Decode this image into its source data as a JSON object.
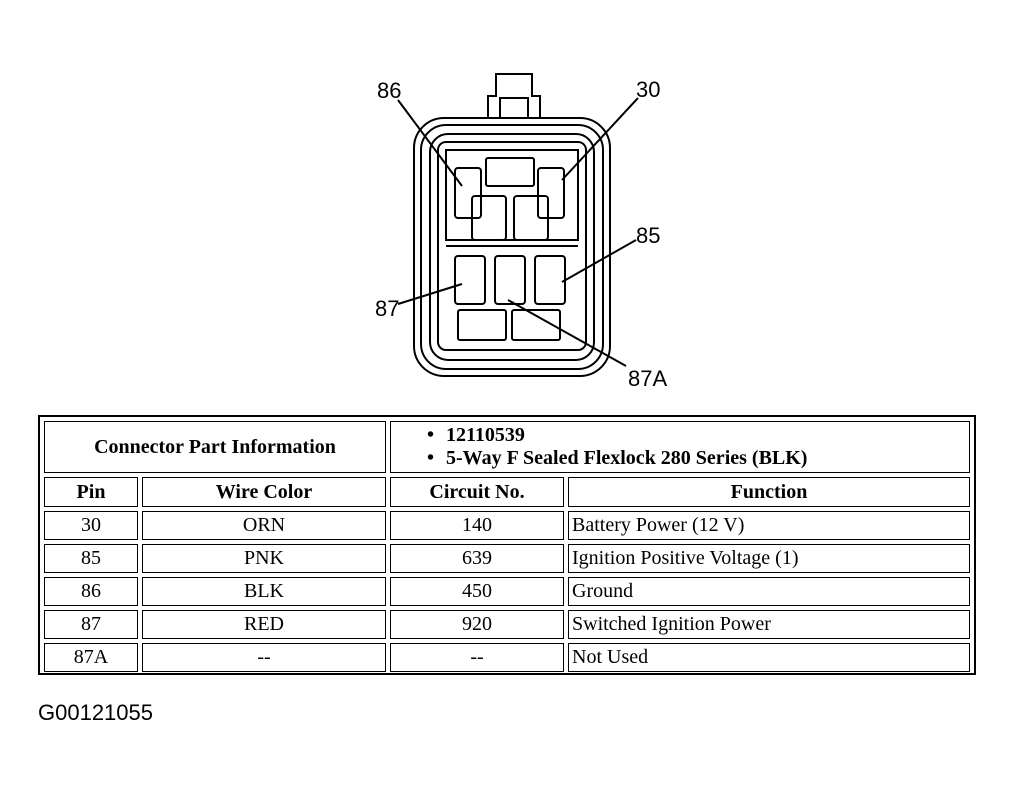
{
  "connector": {
    "pin_labels": [
      "86",
      "30",
      "85",
      "87",
      "87A"
    ]
  },
  "table": {
    "part_info_label": "Connector Part Information",
    "part_info_items": [
      "12110539",
      "5-Way F Sealed Flexlock 280 Series (BLK)"
    ],
    "headers": [
      "Pin",
      "Wire Color",
      "Circuit No.",
      "Function"
    ],
    "rows": [
      [
        "30",
        "ORN",
        "140",
        "Battery Power (12 V)"
      ],
      [
        "85",
        "PNK",
        "639",
        "Ignition Positive Voltage (1)"
      ],
      [
        "86",
        "BLK",
        "450",
        "Ground"
      ],
      [
        "87",
        "RED",
        "920",
        "Switched Ignition Power"
      ],
      [
        "87A",
        "--",
        "--",
        "Not Used"
      ]
    ]
  },
  "figure_id": "G00121055"
}
